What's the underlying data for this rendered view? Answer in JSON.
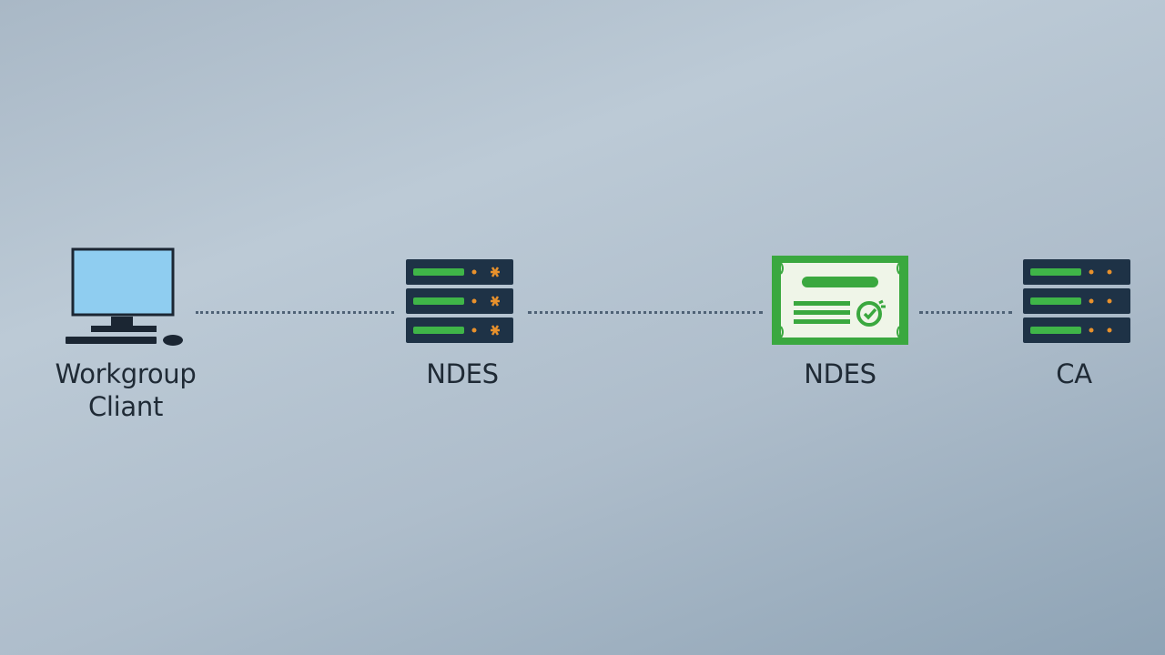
{
  "nodes": {
    "workgroup_client": {
      "label_line1": "Workgroup",
      "label_line2": "Cliant",
      "icon": "desktop-computer-icon"
    },
    "ndes_server": {
      "label": "NDES",
      "icon": "server-rack-icon"
    },
    "ndes_certificate": {
      "label": "NDES",
      "icon": "certificate-icon"
    },
    "ca_server": {
      "label": "CA",
      "icon": "server-rack-icon"
    }
  },
  "colors": {
    "server_body": "#1e3246",
    "server_led_green": "#3fb548",
    "server_led_orange": "#e8912c",
    "monitor_screen": "#8fcdf0",
    "monitor_frame": "#1b2633",
    "certificate_green": "#3aa83f",
    "certificate_paper": "#eff5e8",
    "connector": "#4f6276",
    "text": "#1f2a35"
  }
}
